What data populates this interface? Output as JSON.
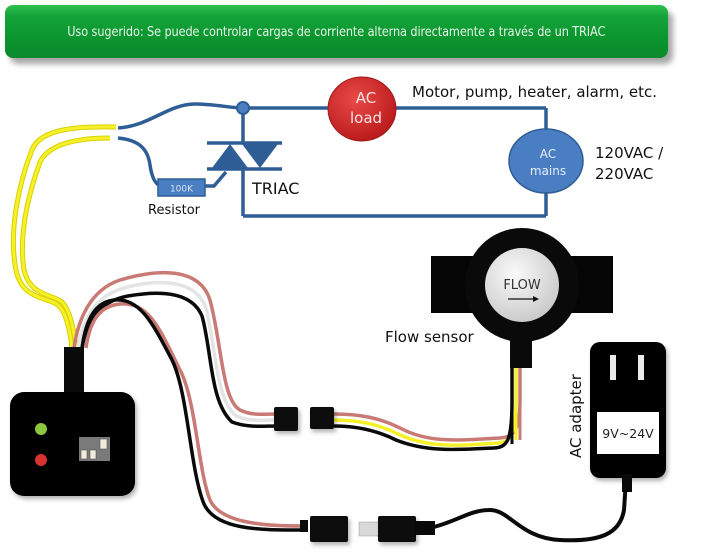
{
  "banner": {
    "text": "Uso sugerido: Se puede controlar cargas de corriente alterna directamente a través de un TRIAC"
  },
  "circuit": {
    "ac_load": {
      "line1": "AC",
      "line2": "load",
      "color": "#d62a2a"
    },
    "load_examples": "Motor, pump, heater, alarm, etc.",
    "ac_mains": {
      "line1": "AC",
      "line2": "mains",
      "color": "#4a7ec3"
    },
    "mains_voltage": {
      "line1": "120VAC /",
      "line2": "220VAC"
    },
    "triac_label": "TRIAC",
    "resistor_value": "100K",
    "resistor_label": "Resistor",
    "wire_color": "#2f5e96"
  },
  "flow_sensor": {
    "face_text": "FLOW",
    "label": "Flow sensor"
  },
  "controller": {
    "led_colors": [
      "#8dc63f",
      "#d93030"
    ]
  },
  "adapter": {
    "label": "AC adapter",
    "voltage_range": "9V~24V"
  },
  "cable_colors": {
    "red": "#c97a74",
    "white": "#e6e6e6",
    "black": "#0a0a0a",
    "yellow": "#f2ec20"
  }
}
